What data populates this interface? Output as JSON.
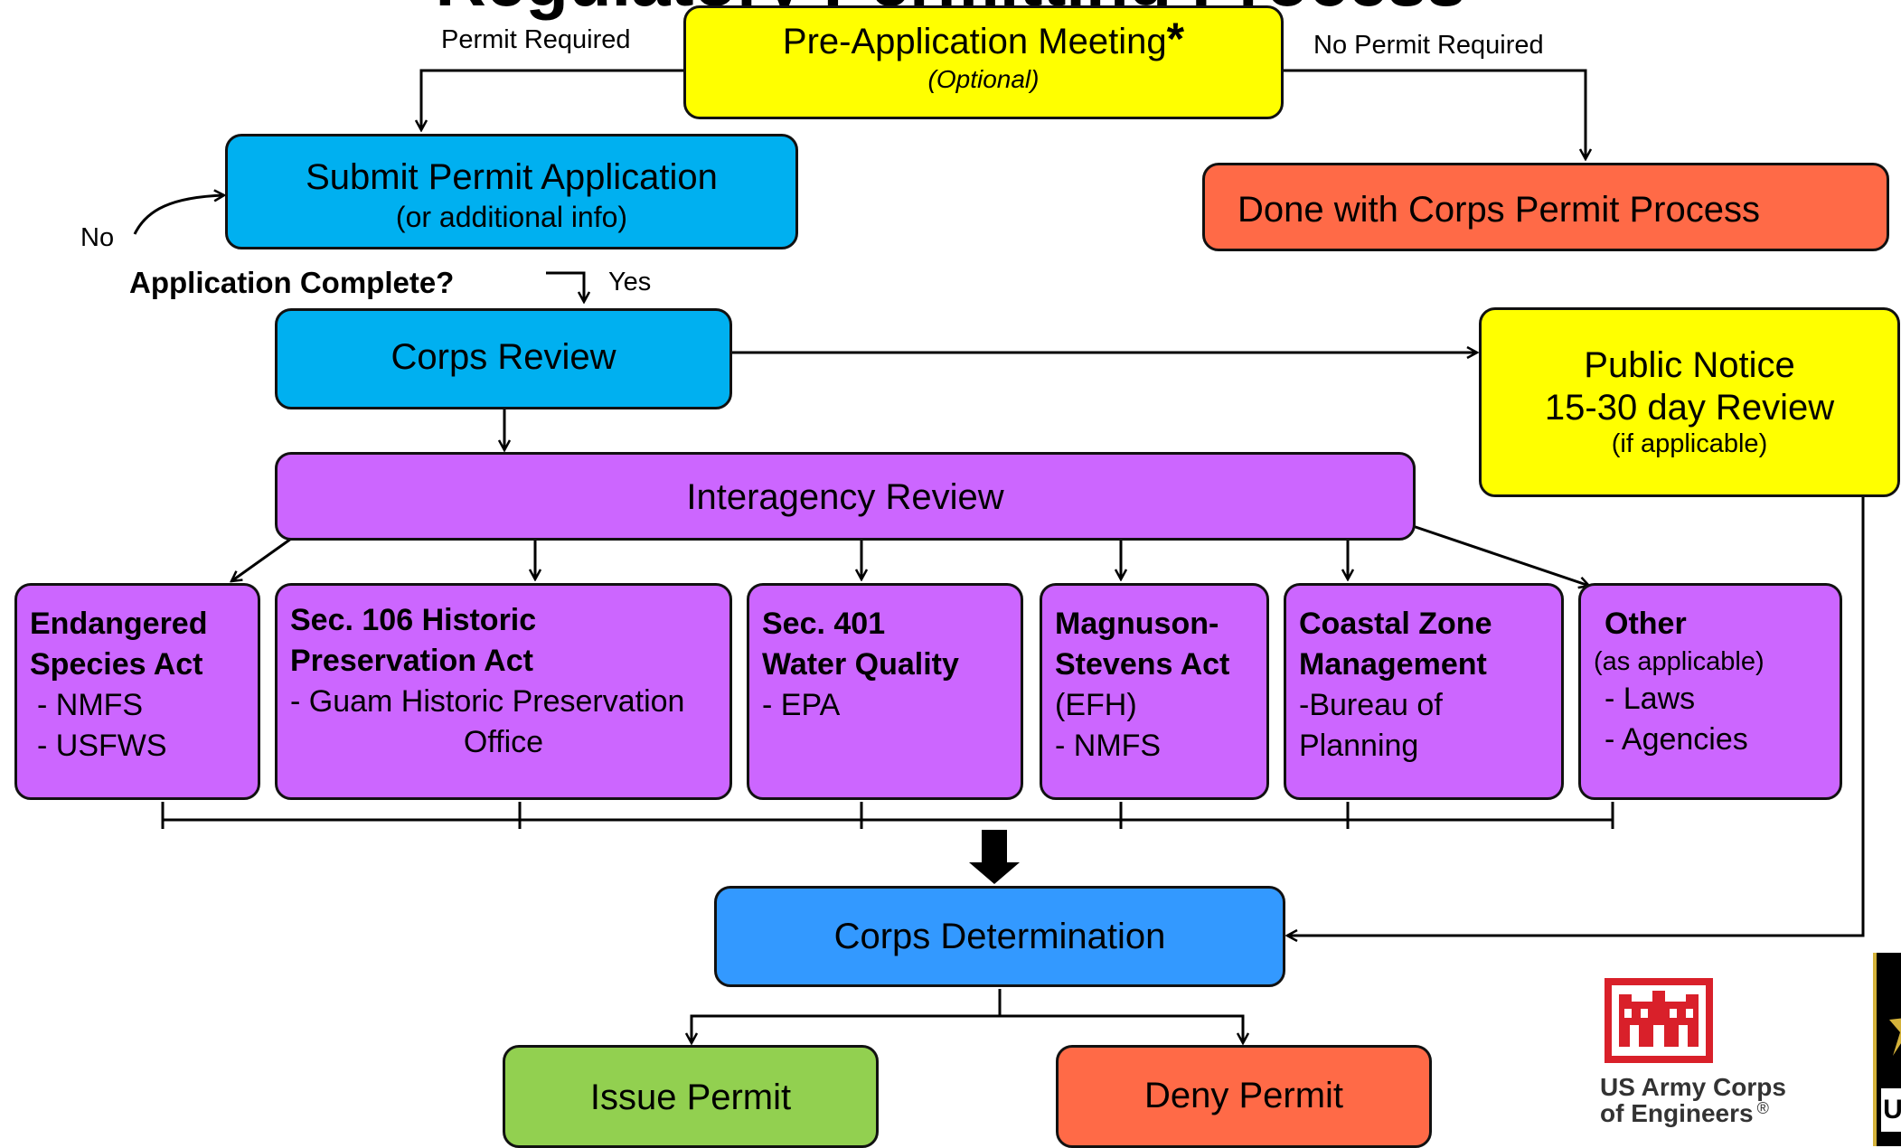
{
  "title": "Regulatory Permitting Process",
  "pre_app": {
    "label": "Pre-Application Meeting",
    "asterisk": "*",
    "note": "(Optional)"
  },
  "permit_required": "Permit Required",
  "no_permit_required": "No Permit Required",
  "submit": {
    "label": "Submit Permit Application",
    "sub": "(or additional info)"
  },
  "done": {
    "label": "Done with Corps Permit Process"
  },
  "no_label": "No",
  "application_complete": "Application Complete?",
  "yes_label": "Yes",
  "corps_review": {
    "label": "Corps Review"
  },
  "public_notice": {
    "line1": "Public Notice",
    "line2": "15-30 day Review",
    "line3": "(if applicable)"
  },
  "interagency": {
    "label": "Interagency Review"
  },
  "reviews": [
    {
      "title1": "Endangered",
      "title2": "Species Act",
      "items": [
        "-  NMFS",
        "-  USFWS"
      ]
    },
    {
      "title1": "Sec. 106 Historic",
      "title2": "Preservation Act",
      "items": [
        "-  Guam Historic Preservation",
        "Office"
      ]
    },
    {
      "title1": "Sec. 401",
      "title2": "Water Quality",
      "items": [
        "-  EPA"
      ]
    },
    {
      "title1": "Magnuson-",
      "title2": "Stevens Act",
      "items": [
        "(EFH)",
        "-  NMFS"
      ]
    },
    {
      "title1": "Coastal Zone",
      "title2": "Management",
      "items": [
        " -Bureau of",
        "Planning"
      ]
    },
    {
      "title1": "Other",
      "title2": "",
      "items": [
        "(as applicable)",
        "-  Laws",
        "-  Agencies"
      ]
    }
  ],
  "determination": {
    "label": "Corps Determination"
  },
  "issue": {
    "label": "Issue Permit"
  },
  "deny": {
    "label": "Deny Permit"
  },
  "logo": {
    "line1": "US Army Corps",
    "line2": "of Engineers",
    "mark": "®"
  },
  "army_logo_fragment": "U"
}
